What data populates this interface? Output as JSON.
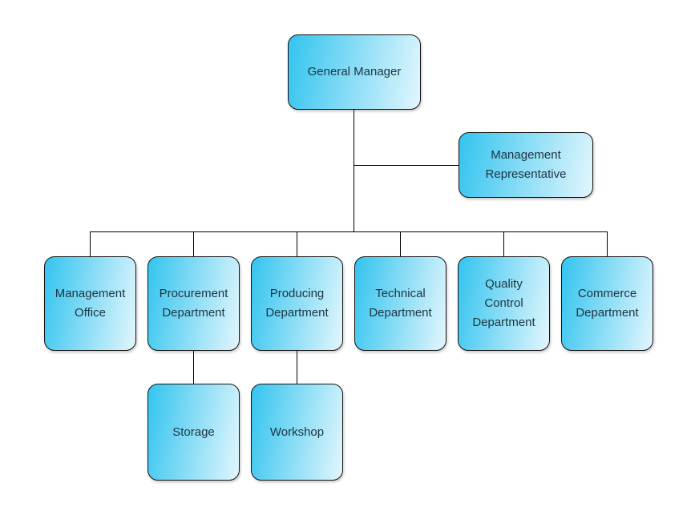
{
  "diagram": {
    "type": "org-chart",
    "style": {
      "background": "#ffffff",
      "box_gradient_start": "#33c4ef",
      "box_gradient_end": "#e2f6fd",
      "box_border": "#141414",
      "text_color": "#1c3440",
      "line_color": "#000000"
    },
    "nodes": {
      "general_manager": {
        "label": "General Manager"
      },
      "management_representative": {
        "label": "Management\nRepresentative"
      },
      "management_office": {
        "label": "Management\nOffice"
      },
      "procurement_department": {
        "label": "Procurement\nDepartment"
      },
      "producing_department": {
        "label": "Producing\nDepartment"
      },
      "technical_department": {
        "label": "Technical\nDepartment"
      },
      "quality_control_department": {
        "label": "Quality\nControl\nDepartment"
      },
      "commerce_department": {
        "label": "Commerce\nDepartment"
      },
      "storage": {
        "label": "Storage"
      },
      "workshop": {
        "label": "Workshop"
      }
    },
    "edges": [
      {
        "from": "General Manager",
        "to": "Management Representative"
      },
      {
        "from": "General Manager",
        "to": "Management Office"
      },
      {
        "from": "General Manager",
        "to": "Procurement Department"
      },
      {
        "from": "General Manager",
        "to": "Producing Department"
      },
      {
        "from": "General Manager",
        "to": "Technical Department"
      },
      {
        "from": "General Manager",
        "to": "Quality Control Department"
      },
      {
        "from": "General Manager",
        "to": "Commerce Department"
      },
      {
        "from": "Procurement Department",
        "to": "Storage"
      },
      {
        "from": "Producing Department",
        "to": "Workshop"
      }
    ]
  }
}
